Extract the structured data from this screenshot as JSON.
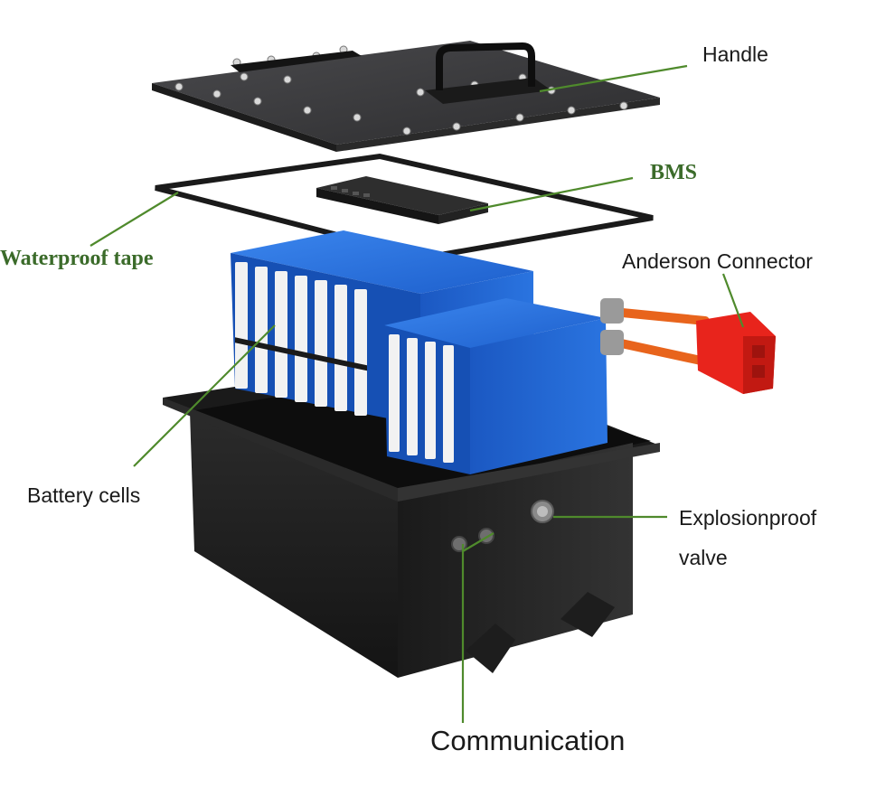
{
  "labels": {
    "handle": "Handle",
    "bms": "BMS",
    "waterproof_tape": "Waterproof tape",
    "anderson_connector": "Anderson Connector",
    "battery_cells": "Battery cells",
    "explosionproof_line1": "Explosionproof",
    "explosionproof_line2": "valve",
    "communication": "Communication"
  },
  "colors": {
    "leader_line": "#4f8a2c",
    "serif_label": "#3b6b2a",
    "cell_blue": "#1f66d6",
    "lid": "#3a3a3c",
    "box": "#262626",
    "connector_red": "#e8241c",
    "cable_orange": "#e8641c"
  }
}
